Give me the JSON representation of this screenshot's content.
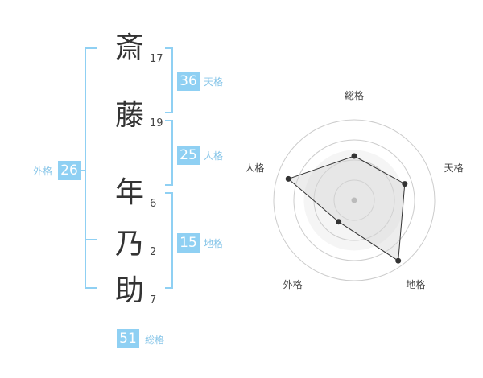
{
  "name": {
    "characters": [
      {
        "char": "斎",
        "strokes": "17"
      },
      {
        "char": "藤",
        "strokes": "19"
      },
      {
        "char": "年",
        "strokes": "6"
      },
      {
        "char": "乃",
        "strokes": "2"
      },
      {
        "char": "助",
        "strokes": "7"
      }
    ]
  },
  "fortune": {
    "tenkaku": {
      "value": "36",
      "label": "天格"
    },
    "jinkaku": {
      "value": "25",
      "label": "人格"
    },
    "chikaku": {
      "value": "15",
      "label": "地格"
    },
    "gaikaku": {
      "value": "26",
      "label": "外格"
    },
    "soukaku": {
      "value": "51",
      "label": "総格"
    }
  },
  "colors": {
    "accent": "#8fd0f3",
    "bracket": "#8fd0f3",
    "label": "#86c5e8"
  },
  "chart_data": {
    "type": "radar",
    "axes": [
      "総格",
      "天格",
      "地格",
      "外格",
      "人格"
    ],
    "values": [
      0.55,
      0.66,
      0.93,
      0.33,
      0.86
    ],
    "range": [
      0,
      1
    ],
    "rings": 4
  }
}
